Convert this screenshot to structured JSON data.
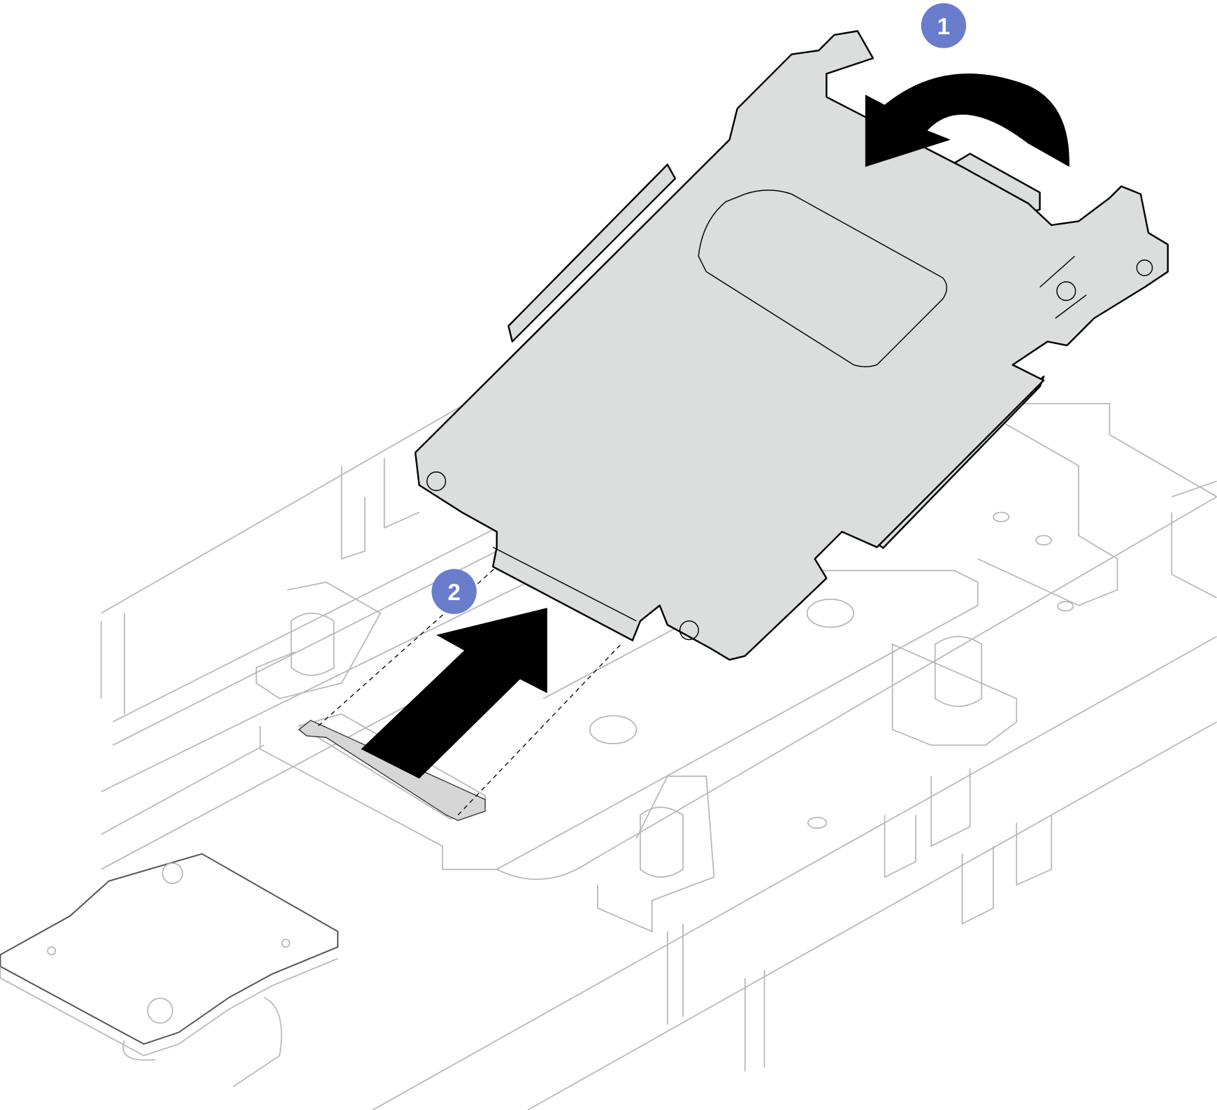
{
  "figure": {
    "steps": [
      {
        "number": "1",
        "action": "rotate"
      },
      {
        "number": "2",
        "action": "slide"
      }
    ],
    "colors": {
      "badge": "#6a7ccc",
      "bracket": "#dcdddd",
      "outline": "#b8b8b8",
      "arrow": "#000000"
    }
  }
}
